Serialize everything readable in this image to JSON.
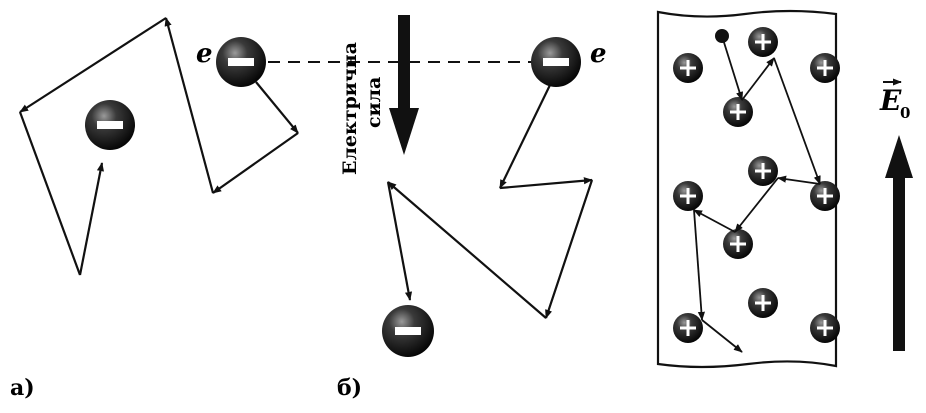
{
  "panels": {
    "a": {
      "label": "а)",
      "electron_label": "e"
    },
    "b": {
      "label": "б)",
      "electron_label": "e",
      "force_label_line1": "Електрична",
      "force_label_line2": "сила"
    },
    "c": {
      "field_label": "E",
      "field_subscript": "0"
    }
  },
  "colors": {
    "ink": "#111111",
    "paper": "#ffffff"
  },
  "icons": {
    "electron": "minus-sign-sphere",
    "ion": "plus-sign-sphere"
  }
}
